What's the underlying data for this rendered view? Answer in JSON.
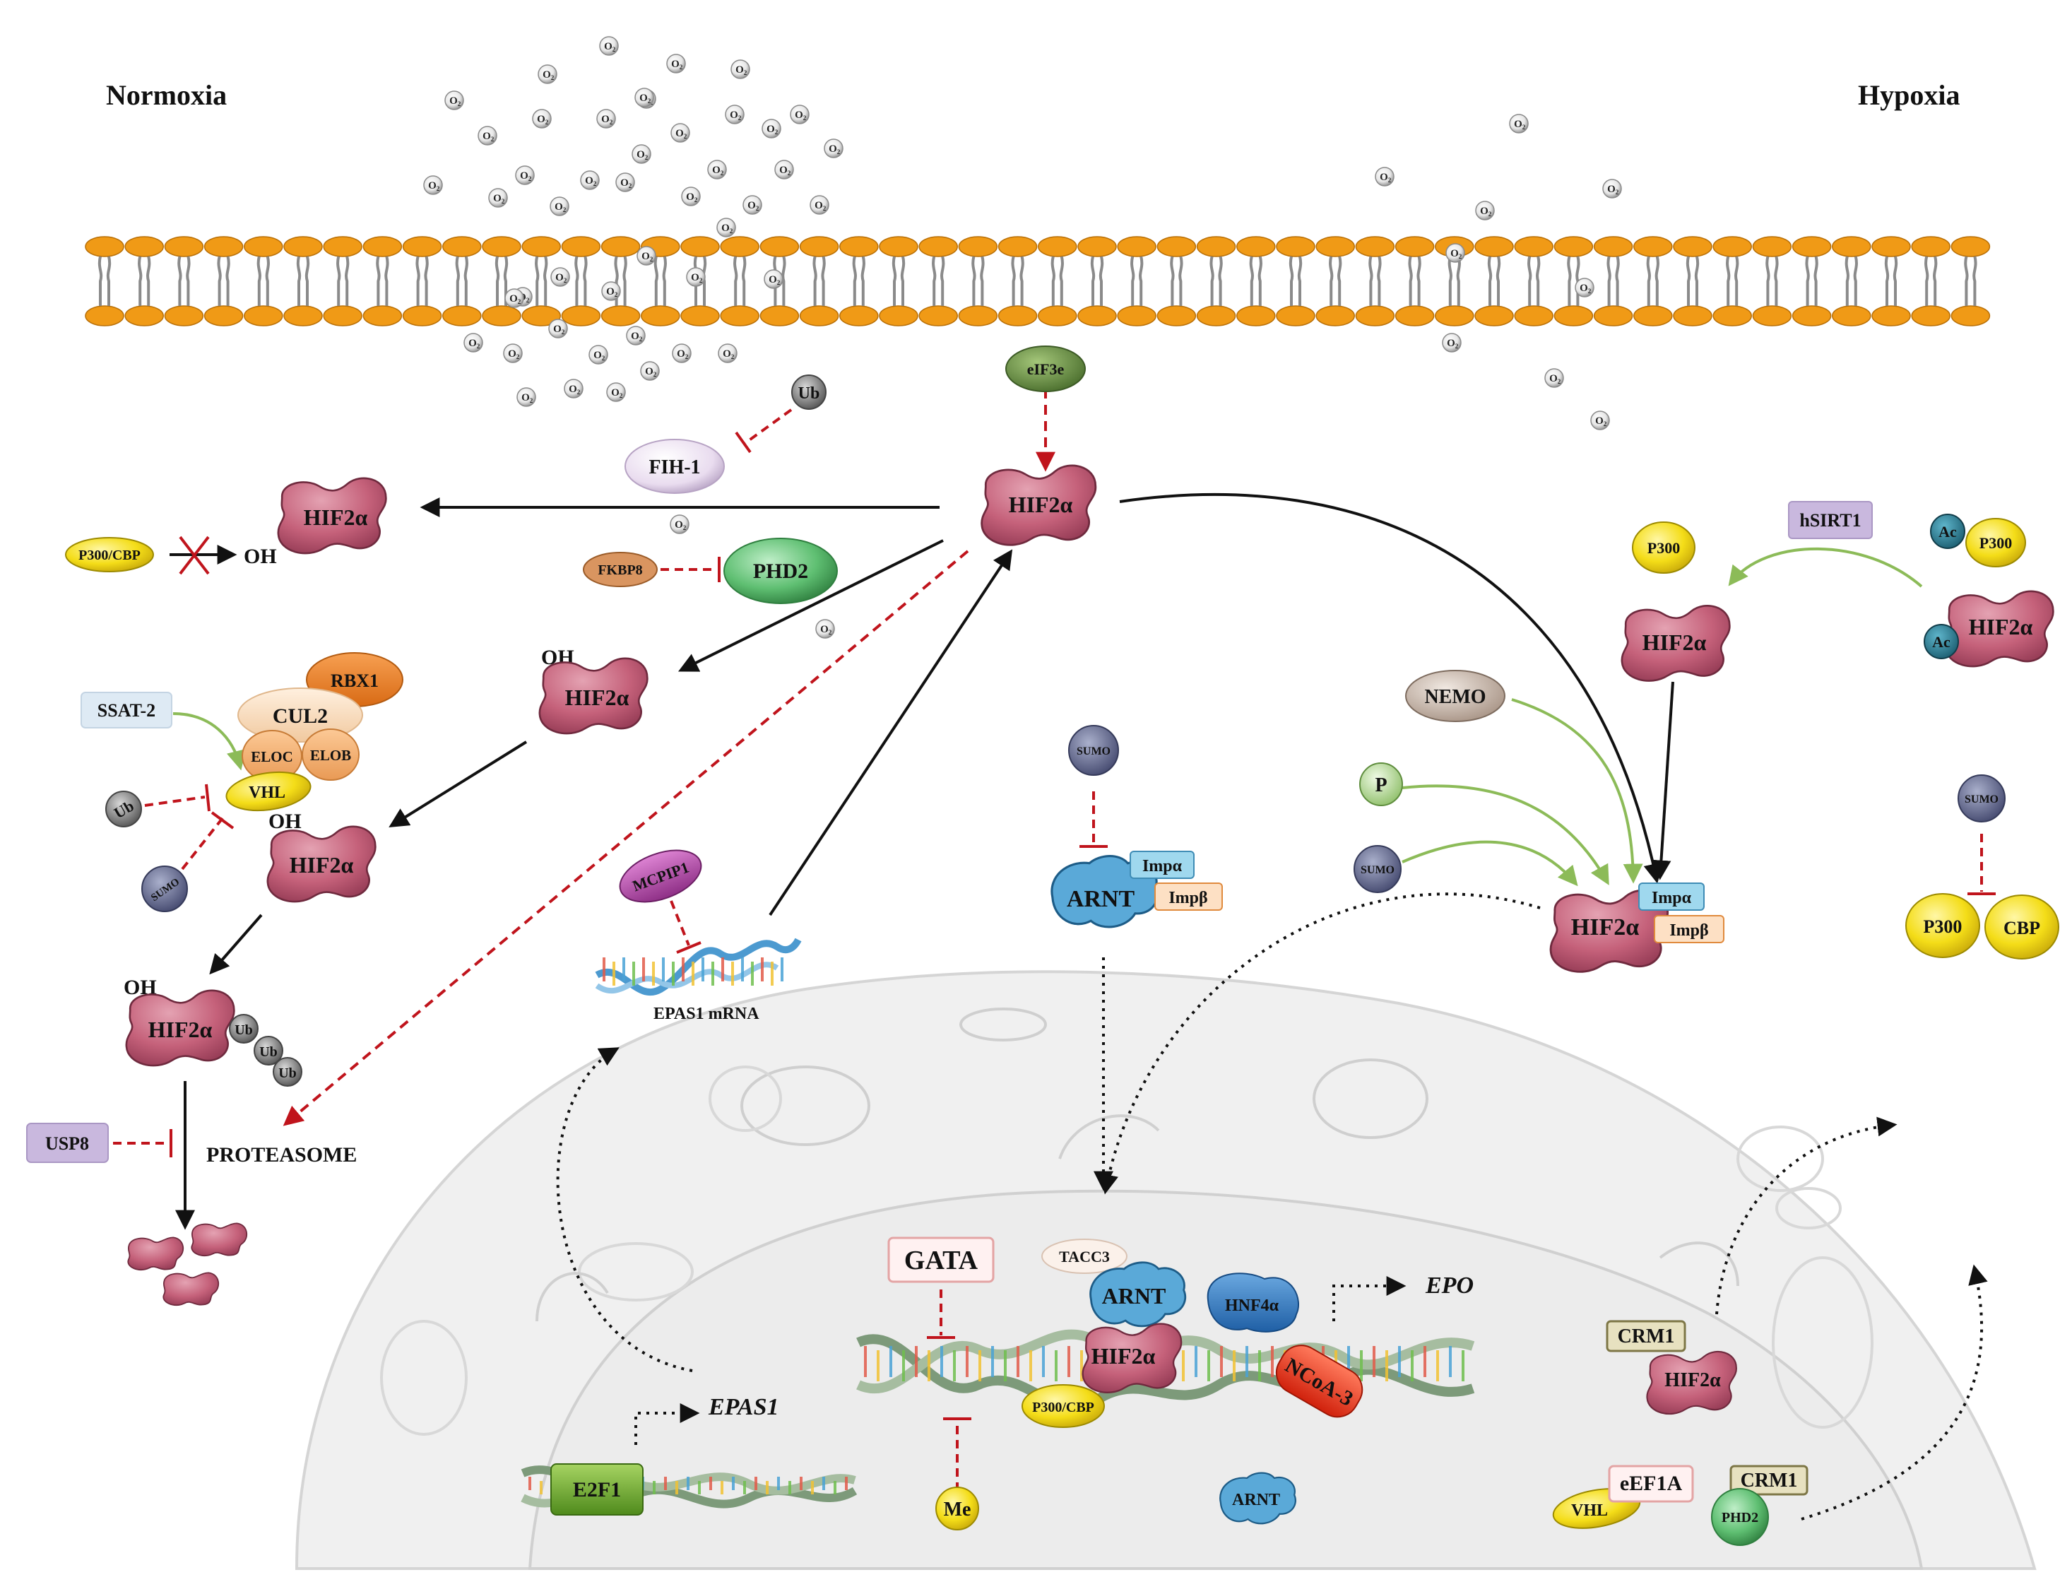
{
  "labels": {
    "normoxia": "Normoxia",
    "hypoxia": "Hypoxia",
    "o2": "O₂",
    "hif2a": "HIF2α",
    "oh": "OH",
    "ub": "Ub",
    "sumo": "SUMO",
    "fih1": "FIH-1",
    "phd2": "PHD2",
    "fkbp8": "FKBP8",
    "p300cbp": "P300/CBP",
    "rbx1": "RBX1",
    "cul2": "CUL2",
    "eloc": "ELOC",
    "elob": "ELOB",
    "vhl": "VHL",
    "ssat2": "SSAT-2",
    "usp8": "USP8",
    "proteasome": "PROTEASOME",
    "eif3e": "eIF3e",
    "mcpip1": "MCPIP1",
    "epas1_mrna": "EPAS1 mRNA",
    "arnt": "ARNT",
    "impa": "Impα",
    "impb": "Impβ",
    "nemo": "NEMO",
    "p": "P",
    "p300": "P300",
    "cbp": "CBP",
    "hsirt1": "hSIRT1",
    "ac": "Ac",
    "gata": "GATA",
    "tacc3": "TACC3",
    "hnf4a": "HNF4α",
    "ncoa3": "NCoA-3",
    "epo": "EPO",
    "me": "Me",
    "e2f1": "E2F1",
    "epas1": "EPAS1",
    "crm1": "CRM1",
    "eef1a": "eEF1A"
  },
  "colors": {
    "hif": "#c5617a",
    "hif_dark": "#8e3650",
    "membrane": "#f09a16",
    "inhibit": "#c0141c",
    "activate": "#8cbb58",
    "yellow": "#f4dd18",
    "arnt": "#5aa9d8",
    "nucleus": "#ececec"
  }
}
